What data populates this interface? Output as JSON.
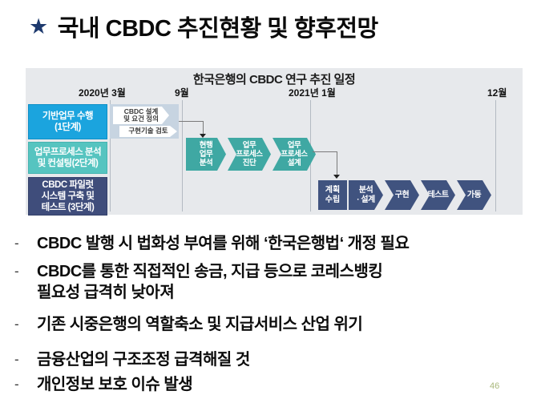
{
  "slide": {
    "title": {
      "star": "★",
      "text": "국내 CBDC 추진현황 및 향후전망"
    },
    "page_number": "46",
    "bullet_marker": "-"
  },
  "diagram": {
    "title": "한국은행의 CBDC 연구 추진 일정",
    "timeline_labels": [
      "2020년 3월",
      "9월",
      "2021년 1월",
      "12월"
    ],
    "stage_boxes": [
      {
        "lines": [
          "기반업무 수행",
          "(1단계)"
        ],
        "color": "#1ba4de"
      },
      {
        "lines": [
          "업무프로세스 분석",
          "및 컨설팅(2단계)"
        ],
        "color": "#56c4c0"
      },
      {
        "lines": [
          "CBDC 파일럿",
          "시스템 구축 및",
          "테스트 (3단계)"
        ],
        "color": "#3f4d7b"
      }
    ],
    "phase1_tasks": [
      {
        "lines": [
          "CBDC 설계",
          "및 요건 정의"
        ]
      },
      {
        "lines": [
          "구현기술 검토"
        ]
      }
    ],
    "phase2_steps": [
      {
        "lines": [
          "현행",
          "업무",
          "분석"
        ]
      },
      {
        "lines": [
          "업무",
          "프로세스",
          "진단"
        ]
      },
      {
        "lines": [
          "업무",
          "프로세스",
          "설계"
        ]
      }
    ],
    "phase3_steps": [
      {
        "lines": [
          "계획",
          "수립"
        ]
      },
      {
        "lines": [
          "분석",
          "· 설계"
        ]
      },
      {
        "lines": [
          "구현"
        ]
      },
      {
        "lines": [
          "테스트"
        ]
      },
      {
        "lines": [
          "가동"
        ]
      }
    ],
    "colors": {
      "diagram_background": "#e7e9ec",
      "stage1_blue": "#1ba4de",
      "stage2_teal_light": "#56c4c0",
      "stage3_navy": "#3f4d7b",
      "phase2_teal": "#3fa8a3",
      "phase3_navy": "#40537f",
      "task_panel": "#c7d4e1",
      "gridline": "#b3bac2",
      "title_star": "#1e3a6e",
      "page_number": "#a9b87c"
    }
  },
  "bullets": [
    {
      "lines": [
        "CBDC 발행 시 법화성 부여를 위해 ‘한국은행법‘ 개정 필요"
      ]
    },
    {
      "lines": [
        "CBDC를 통한 직접적인 송금, 지급 등으로 코레스뱅킹",
        "필요성 급격히 낮아져"
      ]
    },
    {
      "lines": [
        "기존 시중은행의 역할축소 및 지급서비스 산업 위기"
      ]
    },
    {
      "lines": [
        "금융산업의 구조조정 급격해질 것"
      ]
    },
    {
      "lines": [
        "개인정보 보호 이슈 발생"
      ]
    }
  ]
}
